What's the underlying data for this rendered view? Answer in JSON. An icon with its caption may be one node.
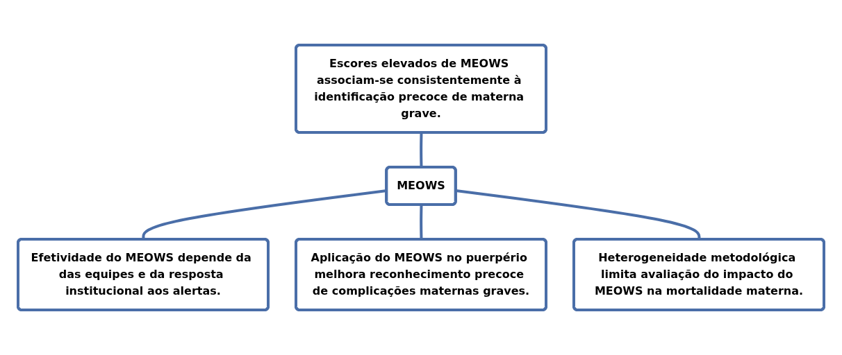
{
  "diagram": {
    "nodes": [
      {
        "text": [
          "Escores elevados de MEOWS associam-se consistentemente à identificação precoce de materna grave."
        ]
      },
      {
        "text": [
          "Efetividade do MEOWS depende da das equipes e da resposta institucional aos alertas."
        ]
      },
      {
        "text": [
          "MEOWS"
        ]
      },
      {
        "text": [
          "Aplicação do MEOWS no puerpério melhora reconhecimento precoce de complicações maternas graves."
        ]
      },
      {
        "text": [
          "Heterogeneidade metodológica limita avaliação do impacto do MEOWS na mortalidade materna."
        ]
      }
    ],
    "edges": [
      {
        "from": 0,
        "to": 2,
        "arrow": "none"
      },
      {
        "from": 2,
        "to": 1,
        "arrow": "none"
      },
      {
        "from": 2,
        "to": 3,
        "arrow": "none"
      },
      {
        "from": 2,
        "to": 4,
        "arrow": "none"
      }
    ]
  }
}
